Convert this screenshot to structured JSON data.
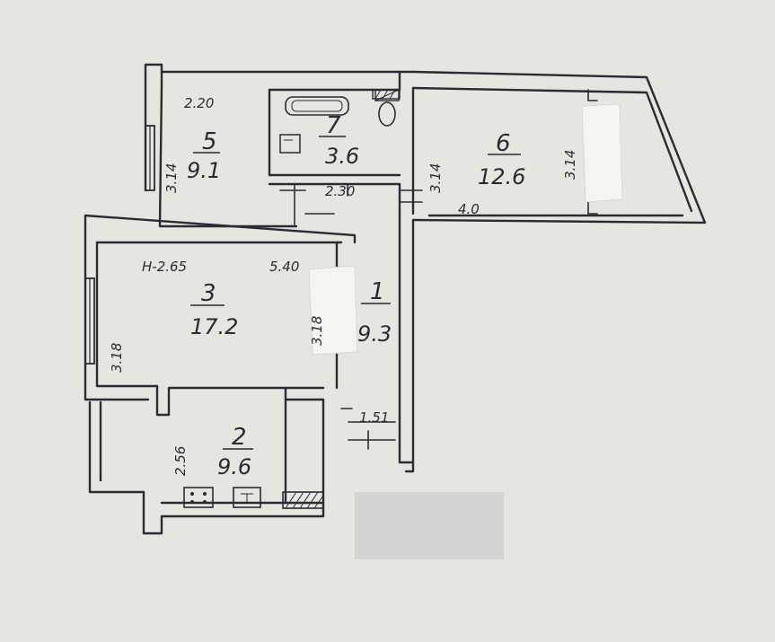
{
  "rooms": [
    {
      "number": "5",
      "area": "9.1"
    },
    {
      "number": "7",
      "area": "3.6"
    },
    {
      "number": "6",
      "area": "12.6"
    },
    {
      "number": "3",
      "area": "17.2"
    },
    {
      "number": "1",
      "area": "9.3"
    },
    {
      "number": "2",
      "area": "9.6"
    }
  ],
  "dimensions": {
    "room5_width": "2.20",
    "room5_depth": "3.14",
    "corridor_width": "2.30",
    "room6_depth_left": "3.14",
    "room6_depth_right": "3.14",
    "room6_width": "4.0",
    "ceiling_height": "H-2.65",
    "room3_width": "5.40",
    "room3_depth": "3.18",
    "room1_depth": "3.18",
    "hall_width": "1.51",
    "room2_depth": "2.56"
  },
  "colors": {
    "paper": "#e6e6e1",
    "ink": "#2b2b33",
    "correction_fluid": "#f4f4f0",
    "redaction": "#d4d4d2"
  }
}
